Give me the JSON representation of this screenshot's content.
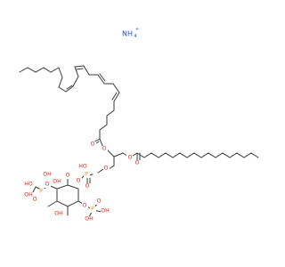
{
  "molecule": {
    "counterion": {
      "symbol": "NH",
      "subscript": "4",
      "charge": "+"
    },
    "colors": {
      "bond": "#3a3a3a",
      "oxygen": "#e0241b",
      "phosphorus": "#e08a1e",
      "nitrogen": "#2f4fe0",
      "background": "#ffffff"
    },
    "labels": {
      "ester_O_sn2": "O",
      "ester_O_sn1": "O",
      "carbonyl_O_sn2": "O",
      "carbonyl_O_sn1": "O",
      "glycerol_O_sn3": "O",
      "phosphate_OH": "HO",
      "phosphate_P": "P",
      "phosphate_O_link": "O",
      "phosphate_dbl_O": "O",
      "phosphate_P4_P": "P",
      "phosphate_P4_OH_top": "OH",
      "phosphate_P4_HO": "HO",
      "phosphate_P4_O_link": "O",
      "phosphate_P4_OH_left": "OH",
      "ring_OH_top": "OH",
      "ring_O_p4": "O",
      "ring_OH_bottom": "OH",
      "phosphate_P5_O_link": "O",
      "phosphate_P5_P": "P",
      "phosphate_P5_dbl_O": "O",
      "phosphate_P5_OH_right": "OH",
      "phosphate_P5_OH_bottom": "OH",
      "phosphate_P4_dbl_O": "O"
    }
  }
}
